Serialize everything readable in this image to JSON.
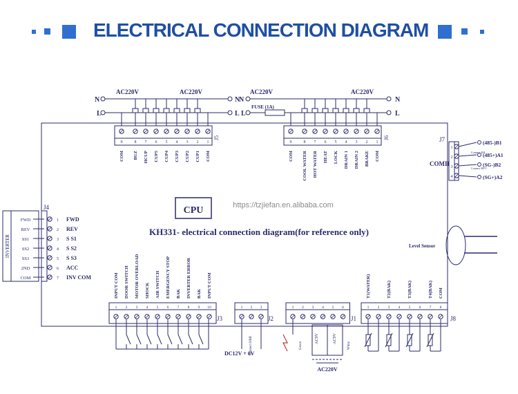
{
  "header": {
    "title": "ELECTRICAL CONNECTION DIAGRAM"
  },
  "watermark": "https://tzjiefan.en.alibaba.com",
  "main_label": "KH331- electrical connection diagram(for reference only)",
  "cpu_label": "CPU",
  "power_left": {
    "ac1": "AC220V",
    "ac2": "AC220V",
    "n": "N",
    "l": "L"
  },
  "power_right": {
    "ac1": "AC220V",
    "ac2": "AC220V",
    "n": "N",
    "l": "L",
    "fuse": "FUSE (1A)"
  },
  "j5": {
    "name": "J5",
    "pins": [
      "9",
      "8",
      "7",
      "6",
      "5",
      "4",
      "3",
      "2",
      "1"
    ],
    "labels": [
      "COM",
      "BUZ",
      "HCUP",
      "CUP5",
      "CUP4",
      "CUP3",
      "CUP2",
      "CUP1",
      "COM"
    ]
  },
  "j6": {
    "name": "J6",
    "pins": [
      "9",
      "8",
      "7",
      "6",
      "5",
      "4",
      "3",
      "2",
      "1"
    ],
    "labels": [
      "COM",
      "COOL WATER",
      "HOT WATER",
      "HEAT",
      "LOCK",
      "DRAIN 1",
      "DRAIN 2",
      "BRAKE",
      "COM"
    ]
  },
  "j7": {
    "name": "J7",
    "com": "COMII",
    "pins": [
      "1",
      "2",
      "3",
      "4"
    ],
    "labels": [
      "(485-)B1",
      "(485+)A1",
      "(SG-)B2",
      "(SG+)A2"
    ],
    "connect1": "Connect 484",
    "connect2": "Connect RS??"
  },
  "j4": {
    "name": "J4",
    "pins": [
      "1",
      "2",
      "3",
      "4",
      "5",
      "6",
      "7"
    ],
    "left": [
      "FWD",
      "REV",
      "SS1",
      "SS2",
      "SS3",
      "2ND",
      "COM"
    ],
    "right": [
      "FWD",
      "REV",
      "S S1",
      "S S2",
      "S S3",
      "ACC",
      "INV COM"
    ],
    "inverter": "INVERTER"
  },
  "j3": {
    "name": "J3",
    "pins": [
      "1",
      "2",
      "3",
      "4",
      "5",
      "6",
      "7",
      "8",
      "9",
      "10"
    ],
    "labels": [
      "INPUT COM",
      "DOOR SWITCH",
      "MOTOR OVERLOAD",
      "SHOCK",
      "AIR SWITCH",
      "EMERGENCY STOP",
      "BAK",
      "INVERTER ERROR",
      "BAK",
      "INPUT COM"
    ]
  },
  "j2": {
    "name": "J2",
    "pins": [
      "1",
      "2",
      "3"
    ],
    "label1": "DC12V + 0V",
    "label2": "Connect HMI"
  },
  "j1": {
    "name": "J1",
    "pins": [
      "1",
      "2",
      "3",
      "4",
      "5",
      "6"
    ],
    "green": "Green",
    "white": "White",
    "ac9v_1": "AC9V",
    "ac9v_2": "AC9V",
    "ac220": "AC220V"
  },
  "j8": {
    "name": "J8",
    "pins": [
      "1",
      "2",
      "3",
      "4",
      "5",
      "6",
      "7",
      "8"
    ],
    "labels": [
      "T1(WATER)",
      "T2(BAK)",
      "T3(BAK)",
      "T4(BAK)",
      "COM"
    ]
  },
  "level_sensor": "Level Sensor",
  "colors": {
    "title": "#1f4fa3",
    "accent": "#2f6fd0",
    "line": "#2a2a6a"
  }
}
